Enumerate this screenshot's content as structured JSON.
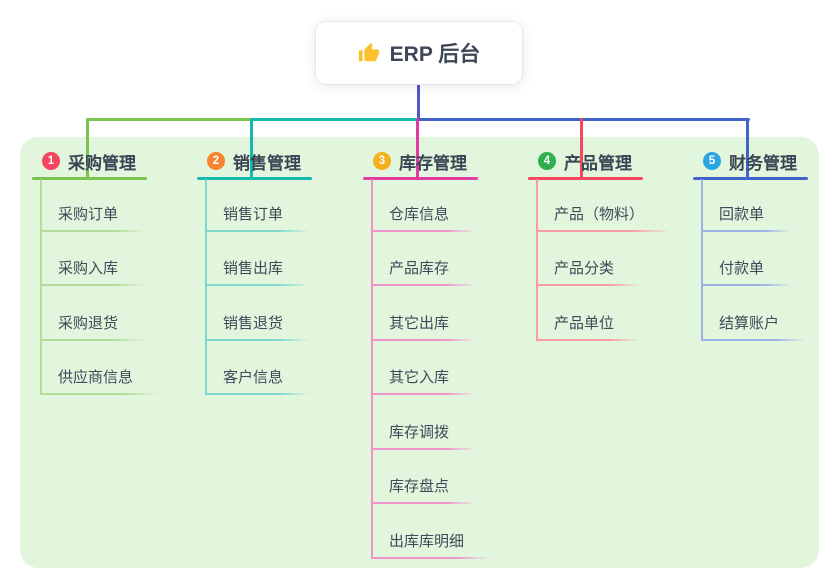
{
  "root": {
    "title": "ERP 后台",
    "icon": "thumbs-up-icon"
  },
  "canvas": {
    "background": "#ffffff",
    "panel_color": "#e2f5dd",
    "trunk_color": "#5356c9"
  },
  "branches": [
    {
      "number": "1",
      "label": "采购管理",
      "badge_color": "#f5455f",
      "line_color": "#7cc24e",
      "child_line_color": "#b2dc98",
      "items": [
        "采购订单",
        "采购入库",
        "采购退货",
        "供应商信息"
      ]
    },
    {
      "number": "2",
      "label": "销售管理",
      "badge_color": "#f88430",
      "line_color": "#15b9ad",
      "child_line_color": "#7fd8cf",
      "items": [
        "销售订单",
        "销售出库",
        "销售退货",
        "客户信息"
      ]
    },
    {
      "number": "3",
      "label": "库存管理",
      "badge_color": "#f5b01b",
      "line_color": "#e23ba1",
      "child_line_color": "#ef93cb",
      "items": [
        "仓库信息",
        "产品库存",
        "其它出库",
        "其它入库",
        "库存调拨",
        "库存盘点",
        "出库库明细"
      ]
    },
    {
      "number": "4",
      "label": "产品管理",
      "badge_color": "#2db04d",
      "line_color": "#f4495c",
      "child_line_color": "#f99ca6",
      "items": [
        "产品（物料）",
        "产品分类",
        "产品单位"
      ]
    },
    {
      "number": "5",
      "label": "财务管理",
      "badge_color": "#2ba6e2",
      "line_color": "#4064c8",
      "child_line_color": "#9db1e6",
      "items": [
        "回款单",
        "付款单",
        "结算账户"
      ]
    }
  ]
}
